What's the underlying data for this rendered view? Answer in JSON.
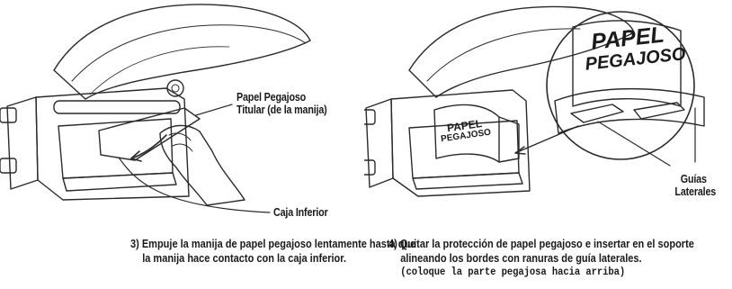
{
  "left_figure": {
    "callout_holder": [
      "Papel Pegajoso",
      "Titular (de la manija)"
    ],
    "callout_box": "Caja Inferior",
    "caption": [
      "3) Empuje la manija de papel pegajoso lentamente hasta que",
      "la manija hace contacto con la caja inferior."
    ]
  },
  "right_figure": {
    "paper_label_small": [
      "PAPEL",
      "PEGAJOSO"
    ],
    "paper_label_large": [
      "PAPEL",
      "PEGAJOSO"
    ],
    "callout_guides": [
      "Guías",
      "Laterales"
    ],
    "caption": [
      "4) Quitar la protección de papel pegajoso e insertar en el soporte",
      "alineando los bordes con ranuras de guía laterales.",
      "(coloque la parte pegajosa hacia arriba)"
    ]
  },
  "colors": {
    "line": "#2a2a2a",
    "body_gray": "#c9c9c9",
    "hood_gray": "#d6d6d6",
    "dark_gray": "#8a8a8a"
  }
}
